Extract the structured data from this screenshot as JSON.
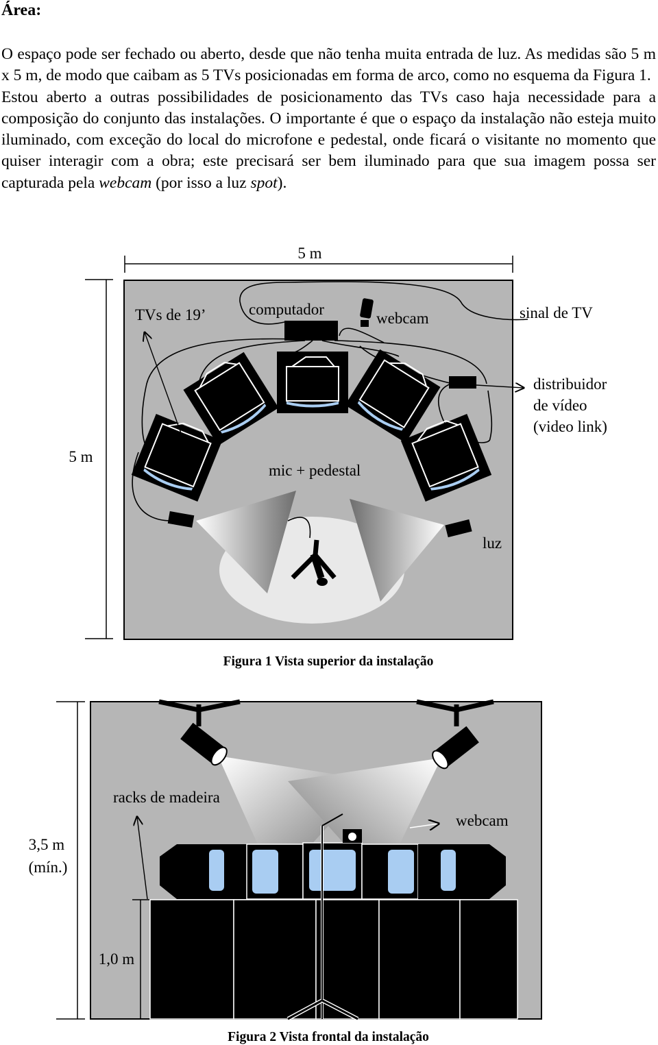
{
  "section": {
    "heading": "Área:"
  },
  "paragraphs": {
    "p1": "O espaço pode ser fechado ou aberto, desde que não tenha muita entrada de luz. As medidas são 5 m x 5 m, de modo que caibam as 5 TVs posicionadas em forma de arco, como no esquema da Figura 1.",
    "p2_part1": "Estou aberto a outras possibilidades de posicionamento das TVs caso haja necessidade para a composição do conjunto das instalações. O importante é que o espaço da instalação não esteja muito iluminado, com exceção do local do microfone e pedestal, onde ficará o visitante no momento que quiser interagir com a obra; este precisará ser bem iluminado para que sua imagem possa ser capturada pela ",
    "p2_em1": "webcam",
    "p2_part2": " (por isso a luz ",
    "p2_em2": "spot",
    "p2_part3": ")."
  },
  "figure1": {
    "caption": "Figura 1 Vista superior da instalação",
    "width_label": "5 m",
    "height_label": "5 m",
    "labels": {
      "tvs": "TVs de 19’",
      "computer": "computador",
      "webcam": "webcam",
      "tv_signal": "sinal de TV",
      "distributor_line1": "distribuidor",
      "distributor_line2": "de vídeo",
      "distributor_line3": "(video link)",
      "mic": "mic + pedestal",
      "light": "luz"
    }
  },
  "figure2": {
    "caption": "Figura 2 Vista frontal da instalação",
    "height_label_line1": "3,5 m",
    "height_label_line2": "(mín.)",
    "rack_height_label": "1,0 m",
    "labels": {
      "racks": "racks de madeira",
      "webcam": "webcam"
    }
  },
  "colors": {
    "room_gray": "#b6b6b6",
    "screen_blue": "#a9cdf2",
    "spot_floor": "#e9e9e9"
  }
}
